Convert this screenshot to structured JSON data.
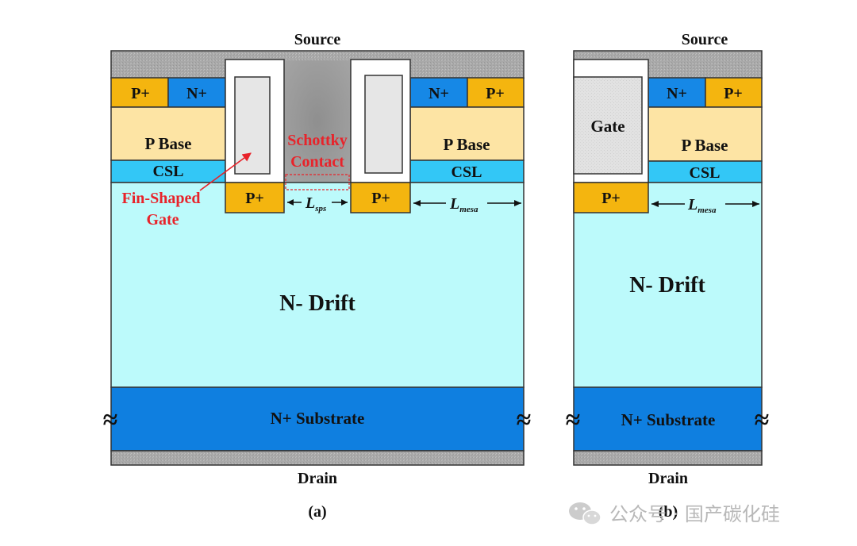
{
  "colors": {
    "metal": "#aaaaaa",
    "p_plus": "#f4b50f",
    "n_plus": "#1688e6",
    "p_base": "#fde4a4",
    "csl": "#33c7f6",
    "n_drift": "#bcfafb",
    "n_substrate": "#0f7fe0",
    "gate_fill": "#e6e6e6",
    "annotation_red": "#e8232a"
  },
  "structure_a": {
    "source_label": "Source",
    "drain_label": "Drain",
    "caption": "(a)",
    "p_plus_left": "P+",
    "n_plus_left": "N+",
    "n_plus_right": "N+",
    "p_plus_right": "P+",
    "p_base_left": "P Base",
    "p_base_right": "P Base",
    "csl_left": "CSL",
    "csl_right": "CSL",
    "p_shield_left": "P+",
    "p_shield_right": "P+",
    "schottky_line1": "Schottky",
    "schottky_line2": "Contact",
    "fin_gate_line1": "Fin-Shaped",
    "fin_gate_line2": "Gate",
    "l_sps_main": "L",
    "l_sps_sub": "sps",
    "l_mesa_main": "L",
    "l_mesa_sub": "mesa",
    "drift_label": "N- Drift",
    "substrate_label": "N+ Substrate",
    "break_symbol": "≈"
  },
  "structure_b": {
    "source_label": "Source",
    "drain_label": "Drain",
    "caption": "(b)",
    "gate_label": "Gate",
    "n_plus": "N+",
    "p_plus": "P+",
    "p_base": "P Base",
    "csl": "CSL",
    "p_shield": "P+",
    "l_mesa_main": "L",
    "l_mesa_sub": "mesa",
    "drift_label": "N- Drift",
    "substrate_label": "N+ Substrate",
    "break_symbol": "≈"
  },
  "watermark": {
    "text": "公众号 · 国产碳化硅",
    "logo": "wechat-logo-icon"
  }
}
